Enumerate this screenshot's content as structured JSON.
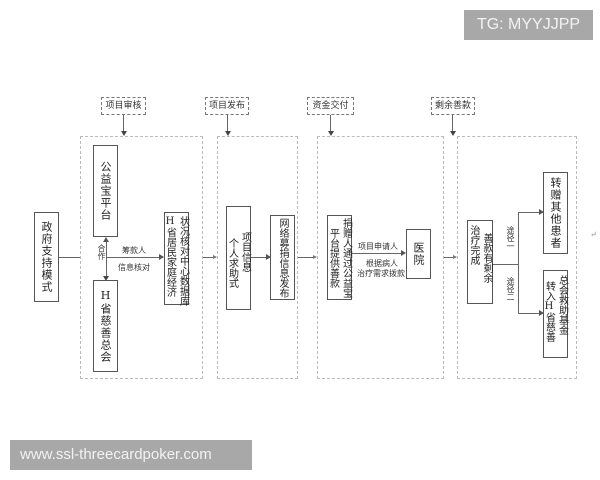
{
  "watermark_top": "TG: MYYJJPP",
  "watermark_bottom": "www.ssl-threecardpoker.com",
  "stages": [
    {
      "label": "项目审核"
    },
    {
      "label": "项目发布"
    },
    {
      "label": "资金交付"
    },
    {
      "label": "剩余善款"
    }
  ],
  "start_box": {
    "label": "政府支持模式"
  },
  "audit": {
    "platform": "公益宝平台",
    "charity": "H省慈善总会",
    "cooperation": "合作",
    "edge_top": "筹款人",
    "edge_bottom": "信息核对",
    "data_center_col1": "H省居民家庭经济",
    "data_center_col2": "状况核对中心数据库"
  },
  "publish": {
    "personal_col1": "个人求助式",
    "personal_col2": "项目信息",
    "network": "网络募捐信息发布"
  },
  "fund": {
    "donor_col1": "捐赠人通过公益宝",
    "donor_col2": "平台提供善款",
    "edge_top": "项目申请人",
    "edge_mid": "根据病人",
    "edge_bottom": "治疗需求拨款",
    "hospital": "医院"
  },
  "remaining": {
    "surplus_col1": "治疗完成",
    "surplus_col2": "善款有剩余",
    "route1": "途径一",
    "route2": "途径二",
    "other_patients": "转赠其他患者",
    "fund_col1": "转入H省慈善",
    "fund_col2": "总会救助基金"
  },
  "return_mark": "↵"
}
